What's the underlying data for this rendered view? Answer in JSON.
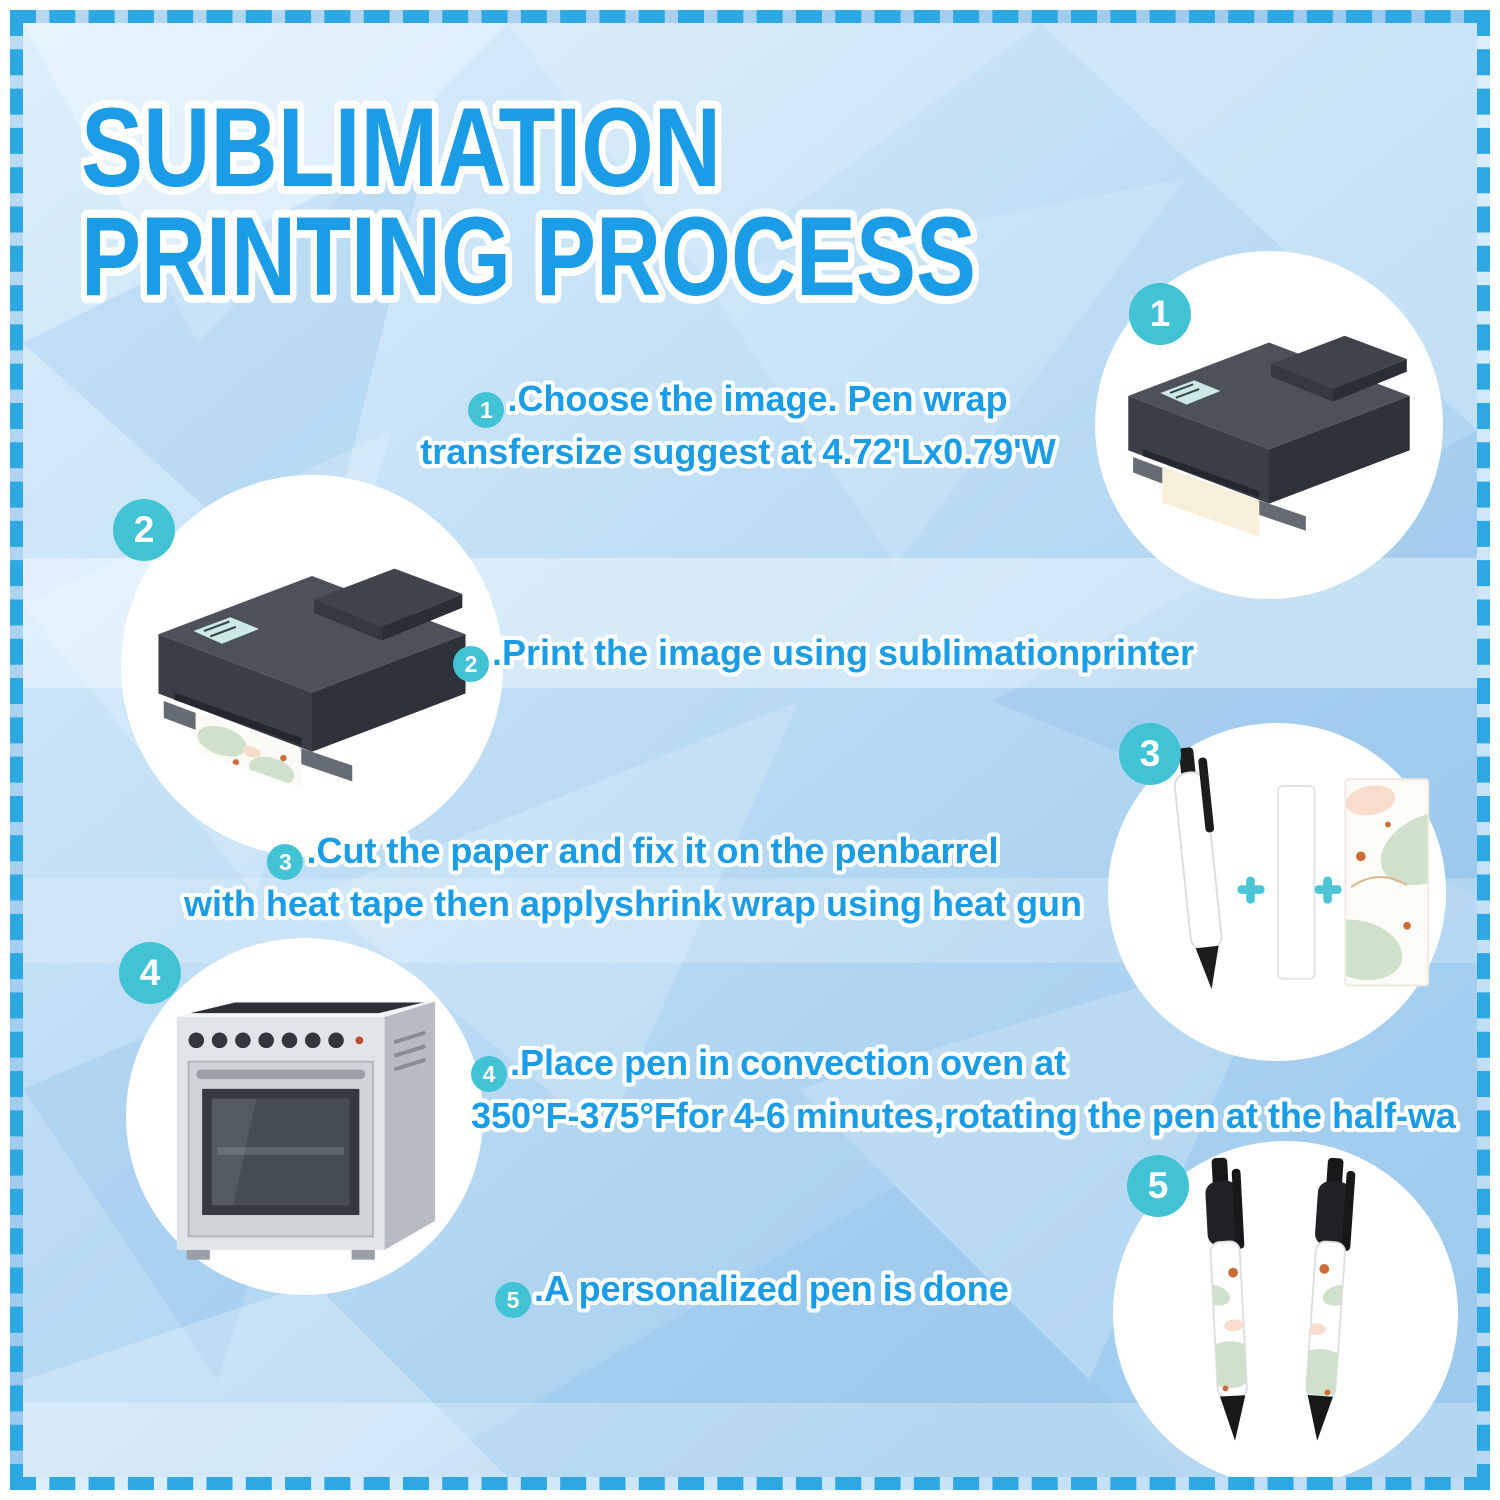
{
  "title": {
    "line1": "SUBLIMATION",
    "line2": "PRINTING PROCESS"
  },
  "steps": [
    {
      "badge": "1",
      "line1": ".Choose the image. Pen wrap",
      "line2": "transfersize suggest at 4.72'Lx0.79'W",
      "illustration": "sublimation-printer-with-blank-sheet"
    },
    {
      "badge": "2",
      "line1": ".Print the image using sublimationprinter",
      "line2": "",
      "illustration": "sublimation-printer-with-printed-sheet"
    },
    {
      "badge": "3",
      "line1": ".Cut the paper and fix it on the penbarrel",
      "line2": "with heat tape then applyshrink wrap using heat gun",
      "illustration": "pen-plus-shrink-wrap-plus-printed-paper"
    },
    {
      "badge": "4",
      "line1": ".Place pen in convection oven at",
      "line2": "350°F-375°Ffor 4-6 minutes,rotating the pen at the half-wa",
      "illustration": "convection-oven"
    },
    {
      "badge": "5",
      "line1": ".A personalized pen is done",
      "line2": "",
      "illustration": "two-finished-pens"
    }
  ],
  "colors": {
    "accent_blue": "#1b9ce6",
    "badge_teal": "#41c3d5",
    "border_blue": "#2da8e2",
    "background_blue": "#b8d9f3",
    "illustration_dark": "#3a3f46",
    "pattern_sage": "#cfe1ca",
    "pattern_orange": "#cb6c38",
    "pattern_peach": "#f8ddcd"
  }
}
